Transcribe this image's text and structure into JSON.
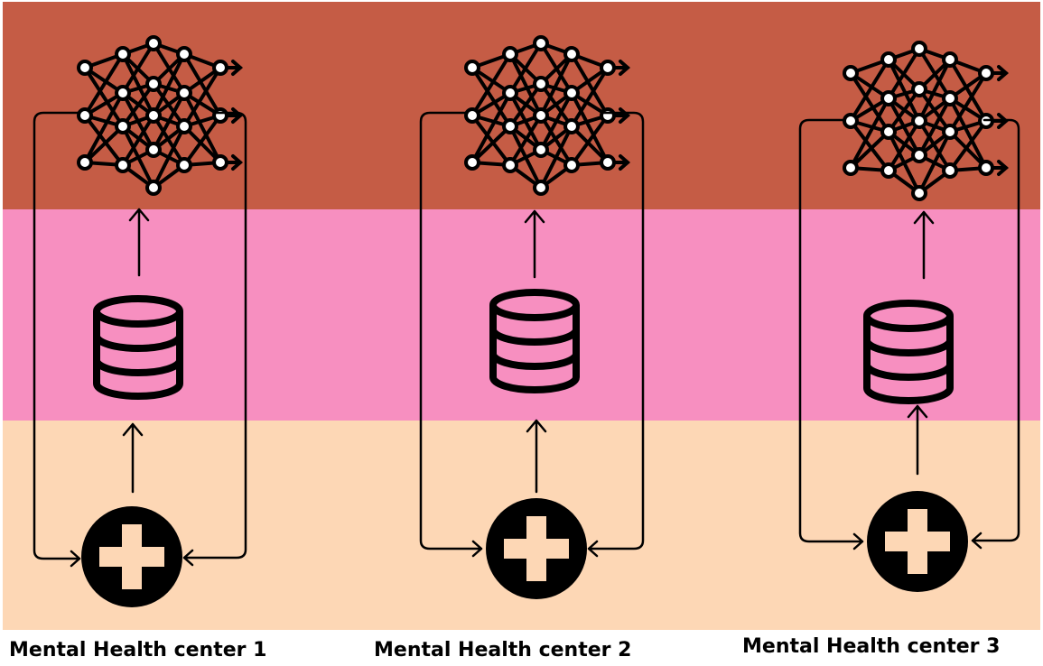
{
  "colors": {
    "top_band": "#c55c45",
    "middle_band": "#f78fc0",
    "bottom_band": "#fdd7b5",
    "line": "#000000"
  },
  "centers": [
    {
      "label": "Mental Health center 1"
    },
    {
      "label": "Mental Health center 2"
    },
    {
      "label": "Mental Health center 3"
    }
  ],
  "icons": [
    "neural-network-icon",
    "database-icon",
    "medical-cross-icon"
  ]
}
